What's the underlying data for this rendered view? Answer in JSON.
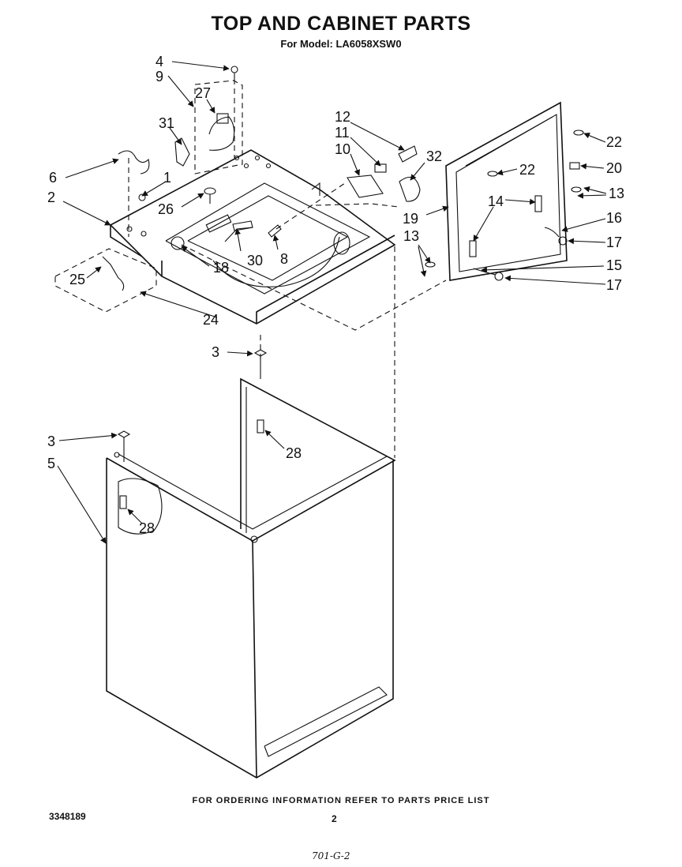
{
  "header": {
    "title": "TOP AND CABINET PARTS",
    "subtitle": "For Model: LA6058XSW0"
  },
  "callouts": [
    "1",
    "2",
    "3",
    "3",
    "4",
    "5",
    "6",
    "8",
    "9",
    "10",
    "11",
    "12",
    "13",
    "13",
    "14",
    "15",
    "16",
    "17",
    "17",
    "18",
    "19",
    "20",
    "22",
    "22",
    "24",
    "25",
    "26",
    "27",
    "28",
    "28",
    "30",
    "31",
    "32"
  ],
  "footer": {
    "ordering_note": "FOR ORDERING INFORMATION REFER TO PARTS PRICE LIST",
    "document_number": "3348189",
    "page_number": "2",
    "handwritten_note": "701-G-2"
  }
}
